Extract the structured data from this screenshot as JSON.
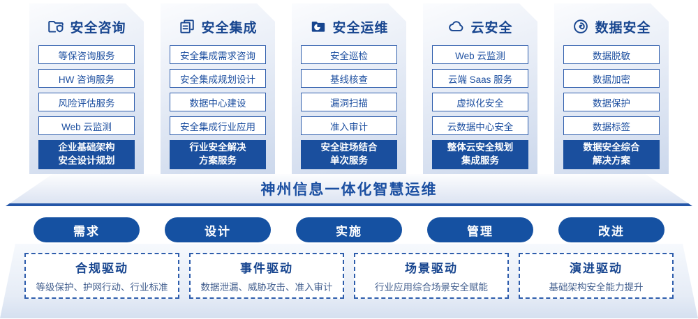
{
  "columns": [
    {
      "icon": "folder-shield-icon",
      "title": "安全咨询",
      "items": [
        "等保咨询服务",
        "HW 咨询服务",
        "风险评估服务",
        "Web 云监测"
      ],
      "highlight_line1": "企业基础架构",
      "highlight_line2": "安全设计规划"
    },
    {
      "icon": "documents-icon",
      "title": "安全集成",
      "items": [
        "安全集成需求咨询",
        "安全集成规划设计",
        "数据中心建设",
        "安全集成行业应用"
      ],
      "highlight_line1": "行业安全解决",
      "highlight_line2": "方案服务"
    },
    {
      "icon": "folder-pie-icon",
      "title": "安全运维",
      "items": [
        "安全巡检",
        "基线核查",
        "漏洞扫描",
        "准入审计"
      ],
      "highlight_line1": "安全驻场结合",
      "highlight_line2": "单次服务"
    },
    {
      "icon": "cloud-icon",
      "title": "云安全",
      "items": [
        "Web 云监测",
        "云端 Saas 服务",
        "虚拟化安全",
        "云数据中心安全"
      ],
      "highlight_line1": "整体云安全规划",
      "highlight_line2": "集成服务"
    },
    {
      "icon": "fingerprint-icon",
      "title": "数据安全",
      "items": [
        "数据脱敏",
        "数据加密",
        "数据保护",
        "数据标签"
      ],
      "highlight_line1": "数据安全综合",
      "highlight_line2": "解决方案"
    }
  ],
  "banner": {
    "title": "神州信息一体化智慧运维"
  },
  "process_steps": [
    "需求",
    "设计",
    "实施",
    "管理",
    "改进"
  ],
  "drivers": [
    {
      "title": "合规驱动",
      "desc": "等级保护、护网行动、行业标准"
    },
    {
      "title": "事件驱动",
      "desc": "数据泄漏、威胁攻击、准入审计"
    },
    {
      "title": "场景驱动",
      "desc": "行业应用综合场景安全赋能"
    },
    {
      "title": "演进驱动",
      "desc": "基础架构安全能力提升"
    }
  ],
  "colors": {
    "primary_blue": "#1a4f9e",
    "border_blue": "#2e5dac",
    "title_blue": "#17458f",
    "banner_edge": "#2456a8"
  }
}
